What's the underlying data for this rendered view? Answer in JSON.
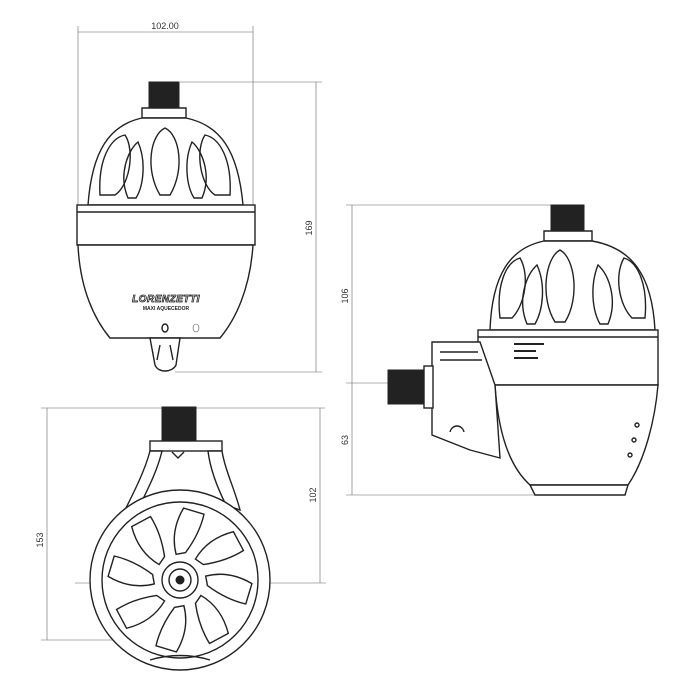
{
  "dimensions": {
    "front_width": "102.00",
    "front_height": "169",
    "side_upper_height": "106",
    "side_lower_height": "63",
    "bottom_total_height": "153",
    "bottom_partial_height": "102"
  },
  "labels": {
    "brand": "LORENZETTI",
    "model": "MAXI AQUECEDOR"
  }
}
